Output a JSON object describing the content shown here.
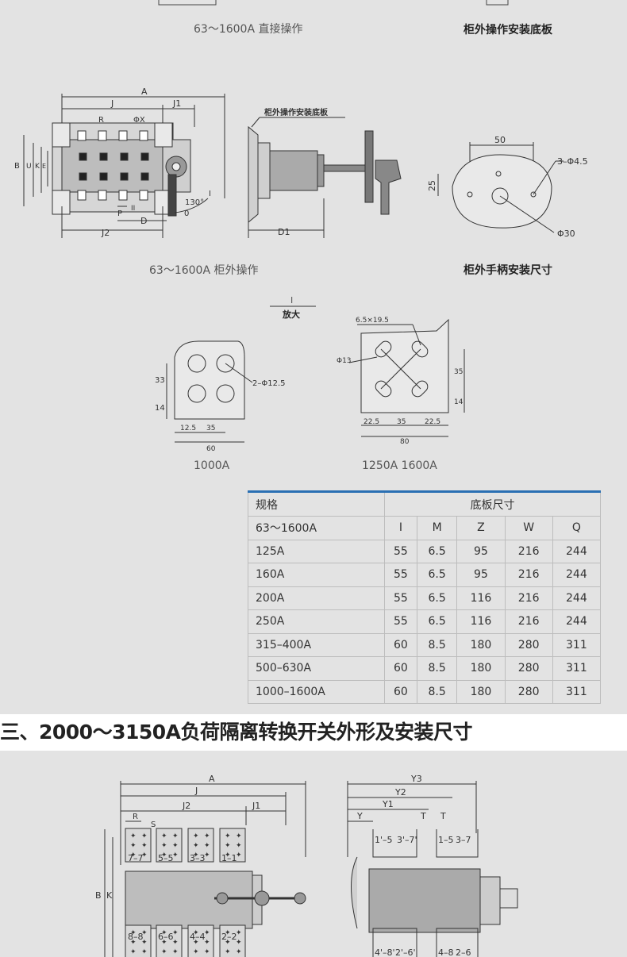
{
  "labels": {
    "direct_op": "63～1600A 直接操作",
    "external_plate_top": "柜外操作安装底板",
    "external_op": "63～1600A 柜外操作",
    "handle_size": "柜外手柄安装尺寸",
    "plate_callout": "柜外操作安装底板",
    "enlarge_mark": "I",
    "enlarge": "放大",
    "size_1000": "1000A",
    "size_1250_1600": "1250A  1600A"
  },
  "dims_front": {
    "A": "A",
    "J": "J",
    "J1": "J1",
    "R": "R",
    "PhiX": "ΦX",
    "B": "B",
    "U": "U",
    "K": "K",
    "E": "E",
    "P": "P",
    "D": "D",
    "J2": "J2",
    "II": "II",
    "angle": "130°",
    "zero": "0",
    "roman1": "I"
  },
  "dims_side": {
    "D1": "D1"
  },
  "dims_handle": {
    "d50": "50",
    "d25": "25",
    "holes": "3–Φ4.5",
    "phi30": "Φ30"
  },
  "dims_1000": {
    "d33": "33",
    "d14": "14",
    "holes": "2–Φ12.5",
    "d12_5": "12.5",
    "d35": "35",
    "d60": "60"
  },
  "dims_1250": {
    "slot": "6.5×19.5",
    "phi13": "Φ13",
    "d35": "35",
    "d14": "14",
    "d22_5a": "22.5",
    "d35b": "35",
    "d22_5b": "22.5",
    "d80": "80"
  },
  "table": {
    "col1_header": "规格",
    "col2_header": "底板尺寸",
    "sub_first": "63～1600A",
    "sub_cols": [
      "I",
      "M",
      "Z",
      "W",
      "Q"
    ],
    "rows": [
      {
        "spec": "125A",
        "vals": [
          "55",
          "6.5",
          "95",
          "216",
          "244"
        ]
      },
      {
        "spec": "160A",
        "vals": [
          "55",
          "6.5",
          "95",
          "216",
          "244"
        ]
      },
      {
        "spec": "200A",
        "vals": [
          "55",
          "6.5",
          "116",
          "216",
          "244"
        ]
      },
      {
        "spec": "250A",
        "vals": [
          "55",
          "6.5",
          "116",
          "216",
          "244"
        ]
      },
      {
        "spec": "315–400A",
        "vals": [
          "60",
          "8.5",
          "180",
          "280",
          "311"
        ]
      },
      {
        "spec": "500–630A",
        "vals": [
          "60",
          "8.5",
          "180",
          "280",
          "311"
        ]
      },
      {
        "spec": "1000–1600A",
        "vals": [
          "60",
          "8.5",
          "180",
          "280",
          "311"
        ]
      }
    ]
  },
  "section_heading": "三、2000～3150A负荷隔离转换开关外形及安装尺寸",
  "dims_bottom_front": {
    "A": "A",
    "J": "J",
    "J2": "J2",
    "J1": "J1",
    "R": "R",
    "S": "S",
    "B": "B",
    "K": "K",
    "terms_top": [
      "7–7",
      "5–5",
      "3–3",
      "1–1"
    ],
    "terms_bottom": [
      "8–8",
      "6–6",
      "4–4",
      "2–2"
    ]
  },
  "dims_bottom_side": {
    "Y3": "Y3",
    "Y2": "Y2",
    "Y1": "Y1",
    "Y": "Y",
    "T1": "T",
    "T2": "T",
    "lab_a": "1'–5",
    "lab_b": "3'–7'",
    "lab_c": "1–5",
    "lab_d": "3–7",
    "lab_e": "4'–8'",
    "lab_f": "2'–6'",
    "lab_g": "4–8",
    "lab_h": "2–6"
  }
}
